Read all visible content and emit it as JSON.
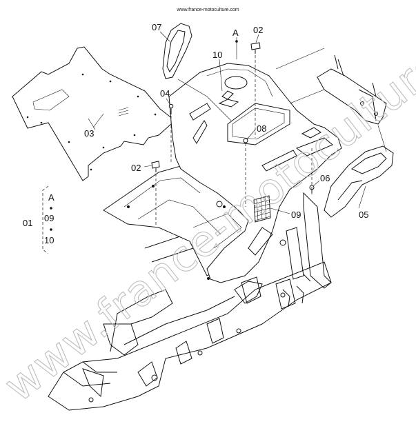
{
  "header": {
    "url": "www.france-motoculture.com"
  },
  "watermark": "www.france-motoculture.com",
  "callouts": {
    "c07": "07",
    "cA": "A",
    "c02_top": "02",
    "c10": "10",
    "c04": "04",
    "c08": "08",
    "c03": "03",
    "c02_left": "02",
    "c06": "06",
    "c05": "05",
    "c09": "09"
  },
  "kit": {
    "number": "01",
    "items": [
      "A",
      "09",
      "10"
    ]
  },
  "colors": {
    "line": "#111111",
    "watermark": "#bdbdbd",
    "background": "#ffffff"
  }
}
